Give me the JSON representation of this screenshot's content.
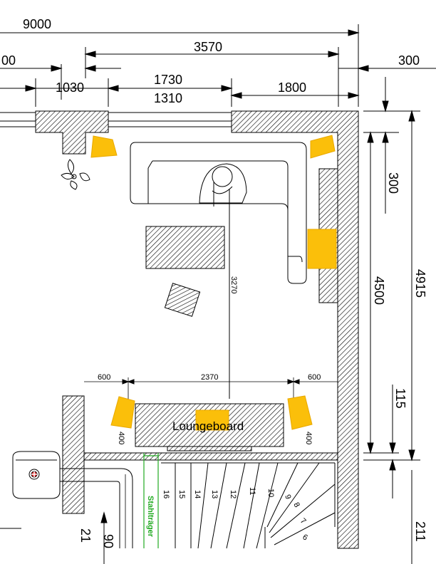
{
  "dimensions": {
    "top_total": "9000",
    "top_left_partial": "00",
    "top_middle": "3570",
    "top_right": "300",
    "row3_left": "1030",
    "row3_mid_upper": "1730",
    "row3_mid_lower": "1310",
    "row3_right": "1800",
    "right_300": "300",
    "right_4500": "4500",
    "right_4915": "4915",
    "right_115": "115",
    "right_bottom_partial": "211",
    "lounge_depth": "3270",
    "left_600": "600",
    "middle_2370": "2370",
    "right_600": "600",
    "left_400": "400",
    "right_400": "400",
    "bottom_left_21": "21",
    "bottom_left_90": "90"
  },
  "labels": {
    "lounge_board": "Loungeboard",
    "steel_beam": "Stahlträger"
  },
  "stairs": {
    "steps": [
      "16",
      "15",
      "14",
      "13",
      "12",
      "11",
      "10",
      "9",
      "8",
      "7",
      "6"
    ]
  },
  "colors": {
    "speaker": "#fbbf0a",
    "hatch": "#000000",
    "steel_beam": "#22aa22"
  }
}
